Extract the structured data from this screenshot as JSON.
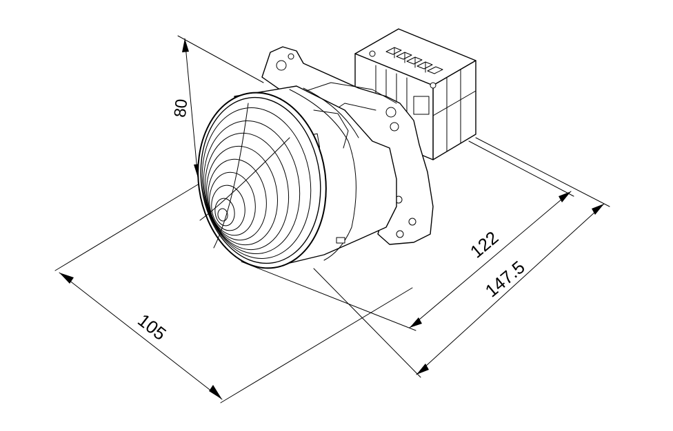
{
  "dimensions": {
    "height": "80",
    "depth_inner": "122",
    "depth_overall": "147.5",
    "width": "105"
  },
  "colors": {
    "line": "#000000",
    "background": "#ffffff"
  }
}
